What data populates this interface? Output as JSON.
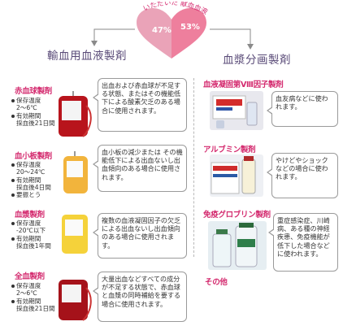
{
  "header": {
    "caption": "いただいた 献血血液の",
    "left_percent": "47%",
    "right_percent": "53%"
  },
  "left_column": {
    "title": "輸血用血液製剤",
    "items": [
      {
        "title": "赤血球製剤",
        "info": [
          "保存温度",
          "2～6℃",
          "有効期間",
          "採血後21日間"
        ],
        "description": "出血および赤血球が不足する状態、またはその機能低下による酸素欠乏のある場合に使用されます。",
        "bag_color": "#b8141c"
      },
      {
        "title": "血小板製剤",
        "info": [
          "保存温度",
          "20～24℃",
          "有効期間",
          "採血後4日間",
          "要振とう"
        ],
        "description": "血小板の減少または その機能低下による出血ないし出血傾向のある場合に使用されます。",
        "bag_color": "#f2b43c"
      },
      {
        "title": "血漿製剤",
        "info": [
          "保存温度",
          "-20℃以下",
          "有効期間",
          "採血後1年間"
        ],
        "description": "複数の血液凝固因子の欠乏による出血ないし出血傾向のある場合に使用されます。",
        "bag_color": "#f5d23a"
      },
      {
        "title": "全血製剤",
        "info": [
          "保存温度",
          "2～6℃",
          "有効期間",
          "採血後21日間"
        ],
        "description": "大量出血などすべての成分が不足する状態で、赤血球と血漿の同時補給を要する場合に使用されます。",
        "bag_color": "#a5121a"
      }
    ]
  },
  "right_column": {
    "title": "血漿分画製剤",
    "items": [
      {
        "title": "血液凝固第Ⅷ因子製剤",
        "description": "血友病などに使われます。"
      },
      {
        "title": "アルブミン製剤",
        "description": "やけどやショックなどの場合に使われます。"
      },
      {
        "title": "免疫グロブリン製剤",
        "description": "重症感染症、川崎病、ある種の神経疾患、免疫機能が低下した場合などに使われます。"
      }
    ],
    "other": "その他"
  },
  "colors": {
    "accent_pink": "#d42b6f",
    "heart_left": "#e8a2b6",
    "heart_right": "#ef7f9c",
    "title_purple": "#5a4b78"
  }
}
